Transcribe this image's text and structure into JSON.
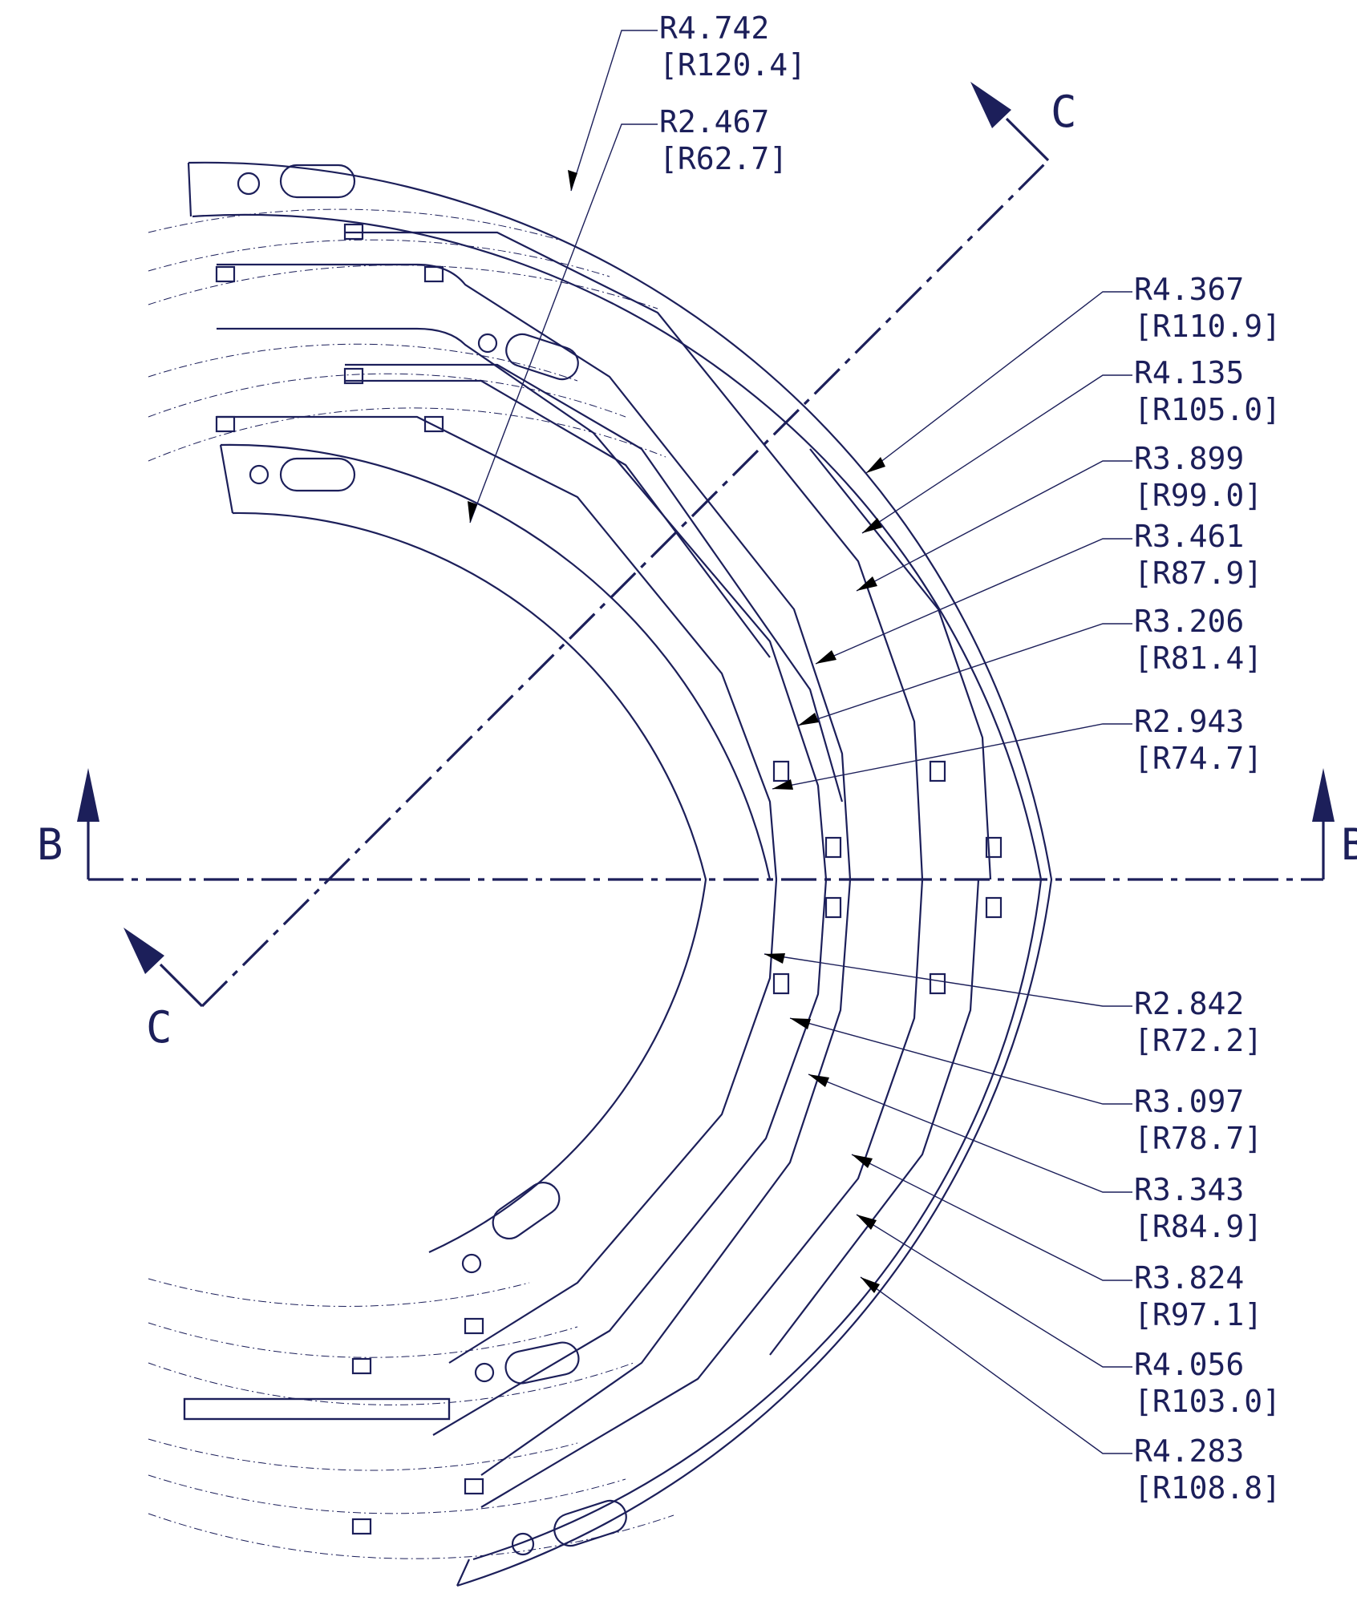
{
  "dimensions": [
    {
      "id": "r4742",
      "inch": "R4.742",
      "mm": "[R120.4]",
      "radius": 4.742
    },
    {
      "id": "r2467",
      "inch": "R2.467",
      "mm": "[R62.7]",
      "radius": 2.467
    },
    {
      "id": "r4367",
      "inch": "R4.367",
      "mm": "[R110.9]",
      "radius": 4.367
    },
    {
      "id": "r4135",
      "inch": "R4.135",
      "mm": "[R105.0]",
      "radius": 4.135
    },
    {
      "id": "r3899",
      "inch": "R3.899",
      "mm": "[R99.0]",
      "radius": 3.899
    },
    {
      "id": "r3461",
      "inch": "R3.461",
      "mm": "[R87.9]",
      "radius": 3.461
    },
    {
      "id": "r3206",
      "inch": "R3.206",
      "mm": "[R81.4]",
      "radius": 3.206
    },
    {
      "id": "r2943",
      "inch": "R2.943",
      "mm": "[R74.7]",
      "radius": 2.943
    },
    {
      "id": "r2842",
      "inch": "R2.842",
      "mm": "[R72.2]",
      "radius": 2.842
    },
    {
      "id": "r3097",
      "inch": "R3.097",
      "mm": "[R78.7]",
      "radius": 3.097
    },
    {
      "id": "r3343",
      "inch": "R3.343",
      "mm": "[R84.9]",
      "radius": 3.343
    },
    {
      "id": "r3824",
      "inch": "R3.824",
      "mm": "[R97.1]",
      "radius": 3.824
    },
    {
      "id": "r4056",
      "inch": "R4.056",
      "mm": "[R103.0]",
      "radius": 4.056
    },
    {
      "id": "r4283",
      "inch": "R4.283",
      "mm": "[R108.8]",
      "radius": 4.283
    }
  ],
  "section_labels": {
    "b_left": "B",
    "b_right": "B",
    "c_top": "C",
    "c_bottom": "C"
  },
  "colors": {
    "line": "#1c1f5a",
    "arrowhead": "#000000",
    "background": "#ffffff"
  }
}
